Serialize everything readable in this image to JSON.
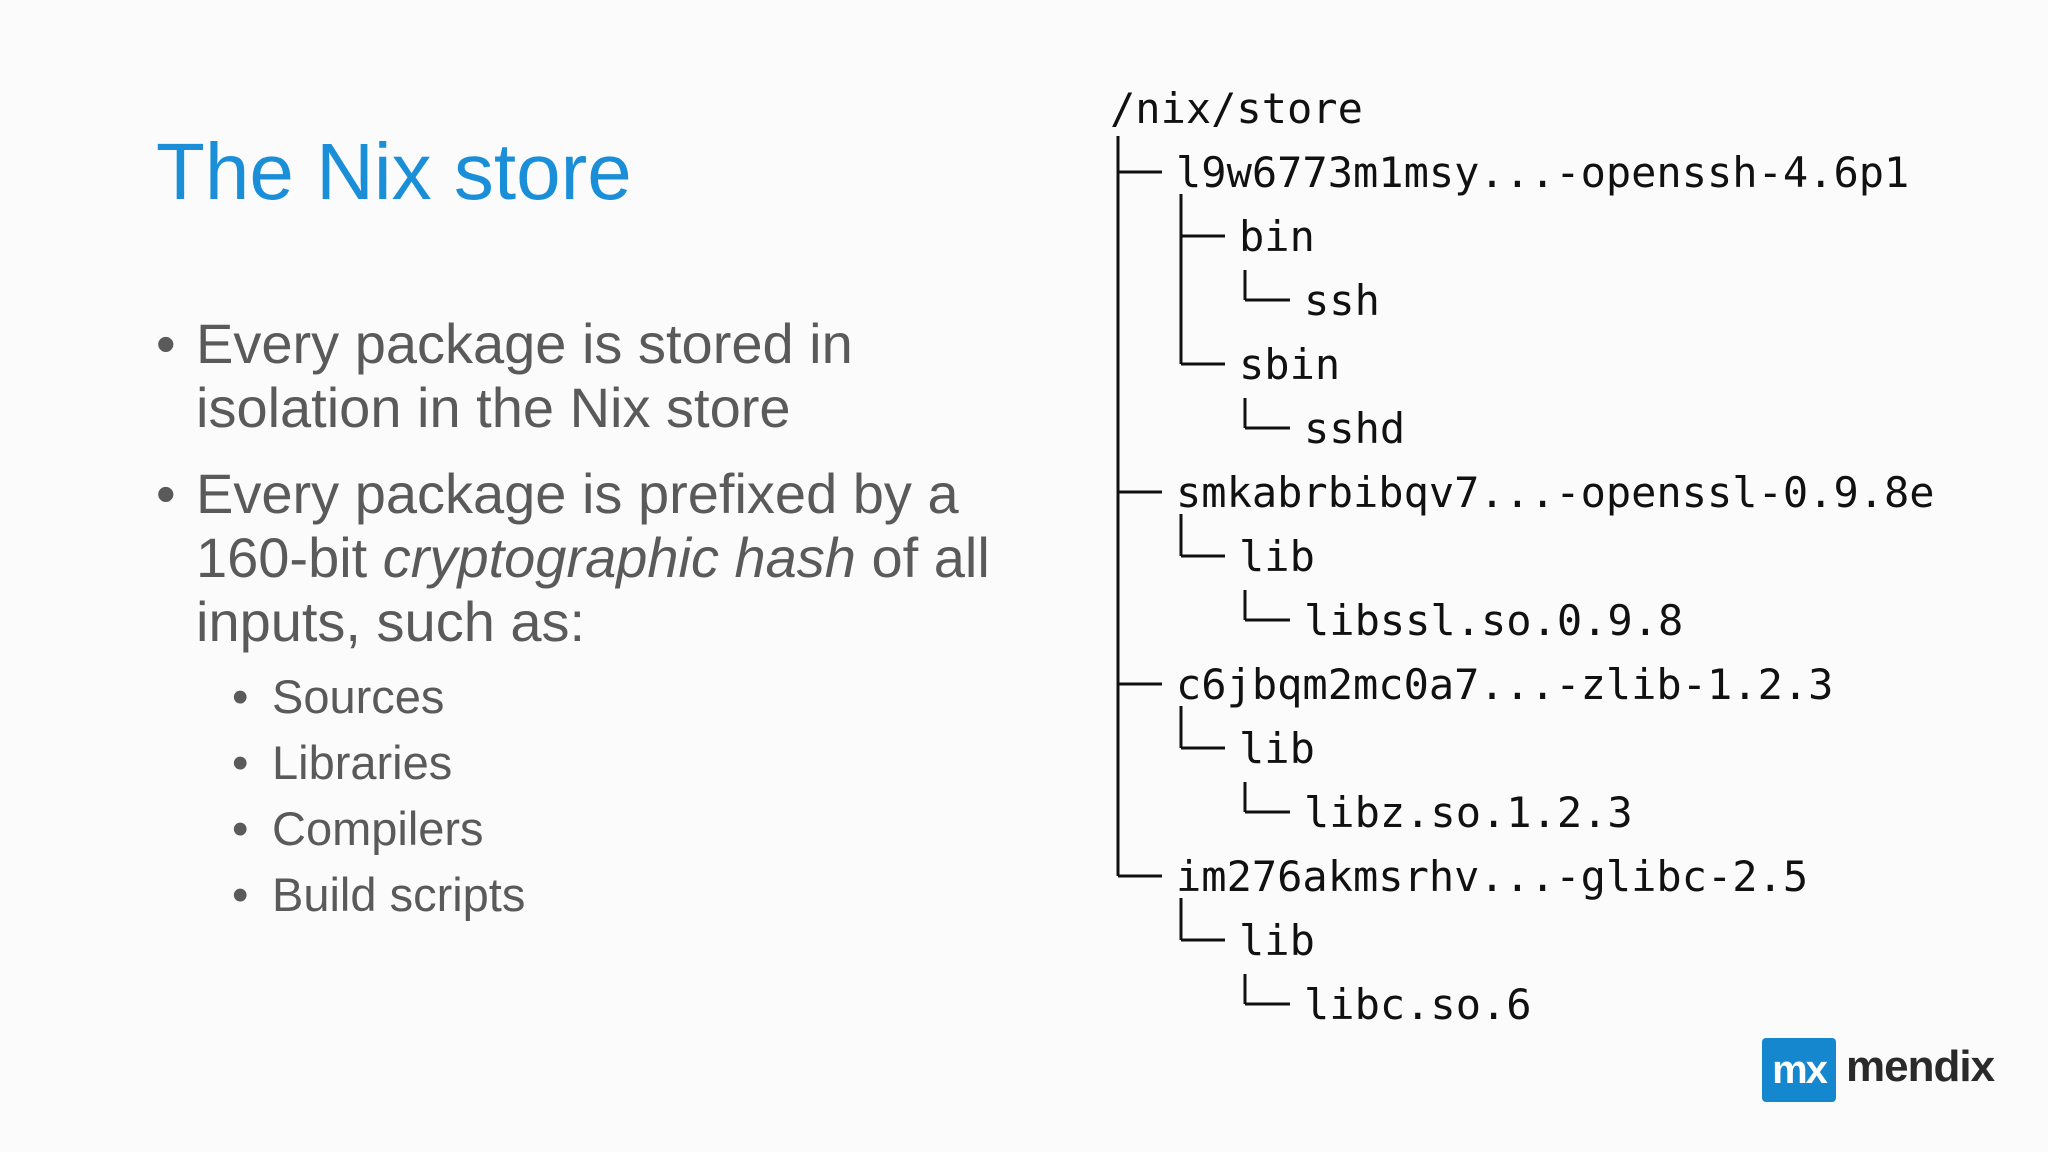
{
  "slide": {
    "title": "The Nix store",
    "bullets": [
      {
        "pre": "Every package is stored in isolation in the Nix store",
        "em": "",
        "post": ""
      },
      {
        "pre": "Every package is prefixed by a 160-bit ",
        "em": "cryptographic hash",
        "post": " of all inputs, such as:"
      }
    ],
    "subbullets": [
      "Sources",
      "Libraries",
      "Compilers",
      "Build scripts"
    ],
    "bullet_char": "•"
  },
  "tree": {
    "root": "/nix/store",
    "packages": [
      {
        "name": "l9w6773m1msy...-openssh-4.6p1",
        "dirs": [
          {
            "name": "bin",
            "file": "ssh"
          },
          {
            "name": "sbin",
            "file": "sshd"
          }
        ]
      },
      {
        "name": "smkabrbibqv7...-openssl-0.9.8e",
        "dirs": [
          {
            "name": "lib",
            "file": "libssl.so.0.9.8"
          }
        ]
      },
      {
        "name": "c6jbqm2mc0a7...-zlib-1.2.3",
        "dirs": [
          {
            "name": "lib",
            "file": "libz.so.1.2.3"
          }
        ]
      },
      {
        "name": "im276akmsrhv...-glibc-2.5",
        "dirs": [
          {
            "name": "lib",
            "file": "libc.so.6"
          }
        ]
      }
    ]
  },
  "logo": {
    "badge": "mx",
    "wordmark": "mendix",
    "brand_color": "#1487cf"
  },
  "colors": {
    "title": "#1a8fd8",
    "body_text": "#5a5a5a",
    "tree_text": "#111111",
    "background": "#fbfbfb"
  }
}
